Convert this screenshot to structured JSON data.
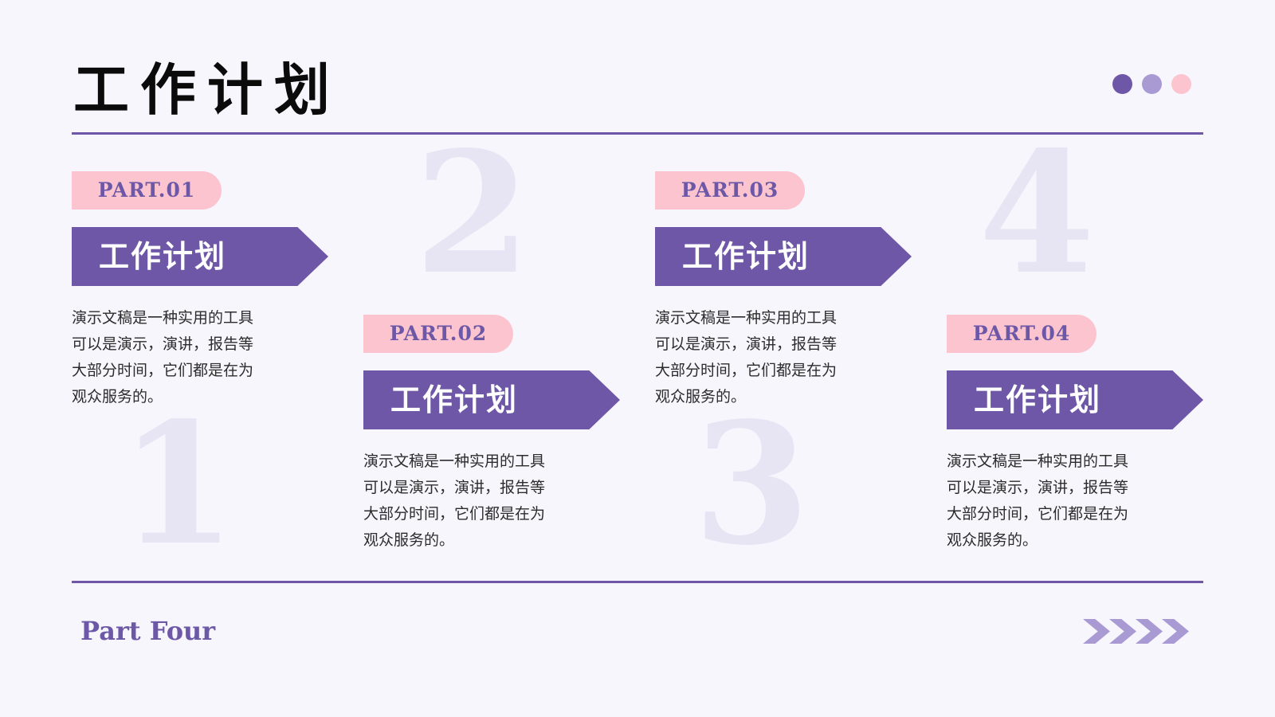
{
  "title": "工作计划",
  "colors": {
    "accent": "#6e57a7",
    "pink": "#fcc4ce",
    "lavender": "#a99ad4",
    "watermark": "#e7e4f4",
    "background": "#f7f6fd"
  },
  "dots": [
    {
      "color": "#6e57a7"
    },
    {
      "color": "#a99ad4"
    },
    {
      "color": "#fcc4ce"
    }
  ],
  "cards": [
    {
      "part": "PART.01",
      "heading": "工作计划",
      "lines": [
        "演示文稿是一种实用的工具",
        "可以是演示，演讲，报告等",
        "大部分时间，它们都是在为",
        "观众服务的。"
      ],
      "number": "1"
    },
    {
      "part": "PART.02",
      "heading": "工作计划",
      "lines": [
        "演示文稿是一种实用的工具",
        "可以是演示，演讲，报告等",
        "大部分时间，它们都是在为",
        "观众服务的。"
      ],
      "number": "2"
    },
    {
      "part": "PART.03",
      "heading": "工作计划",
      "lines": [
        "演示文稿是一种实用的工具",
        "可以是演示，演讲，报告等",
        "大部分时间，它们都是在为",
        "观众服务的。"
      ],
      "number": "3"
    },
    {
      "part": "PART.04",
      "heading": "工作计划",
      "lines": [
        "演示文稿是一种实用的工具",
        "可以是演示，演讲，报告等",
        "大部分时间，它们都是在为",
        "观众服务的。"
      ],
      "number": "4"
    }
  ],
  "footer": {
    "label": "Part Four",
    "chevron_icon": "chevron-right-icon",
    "chevron_count": 4
  }
}
